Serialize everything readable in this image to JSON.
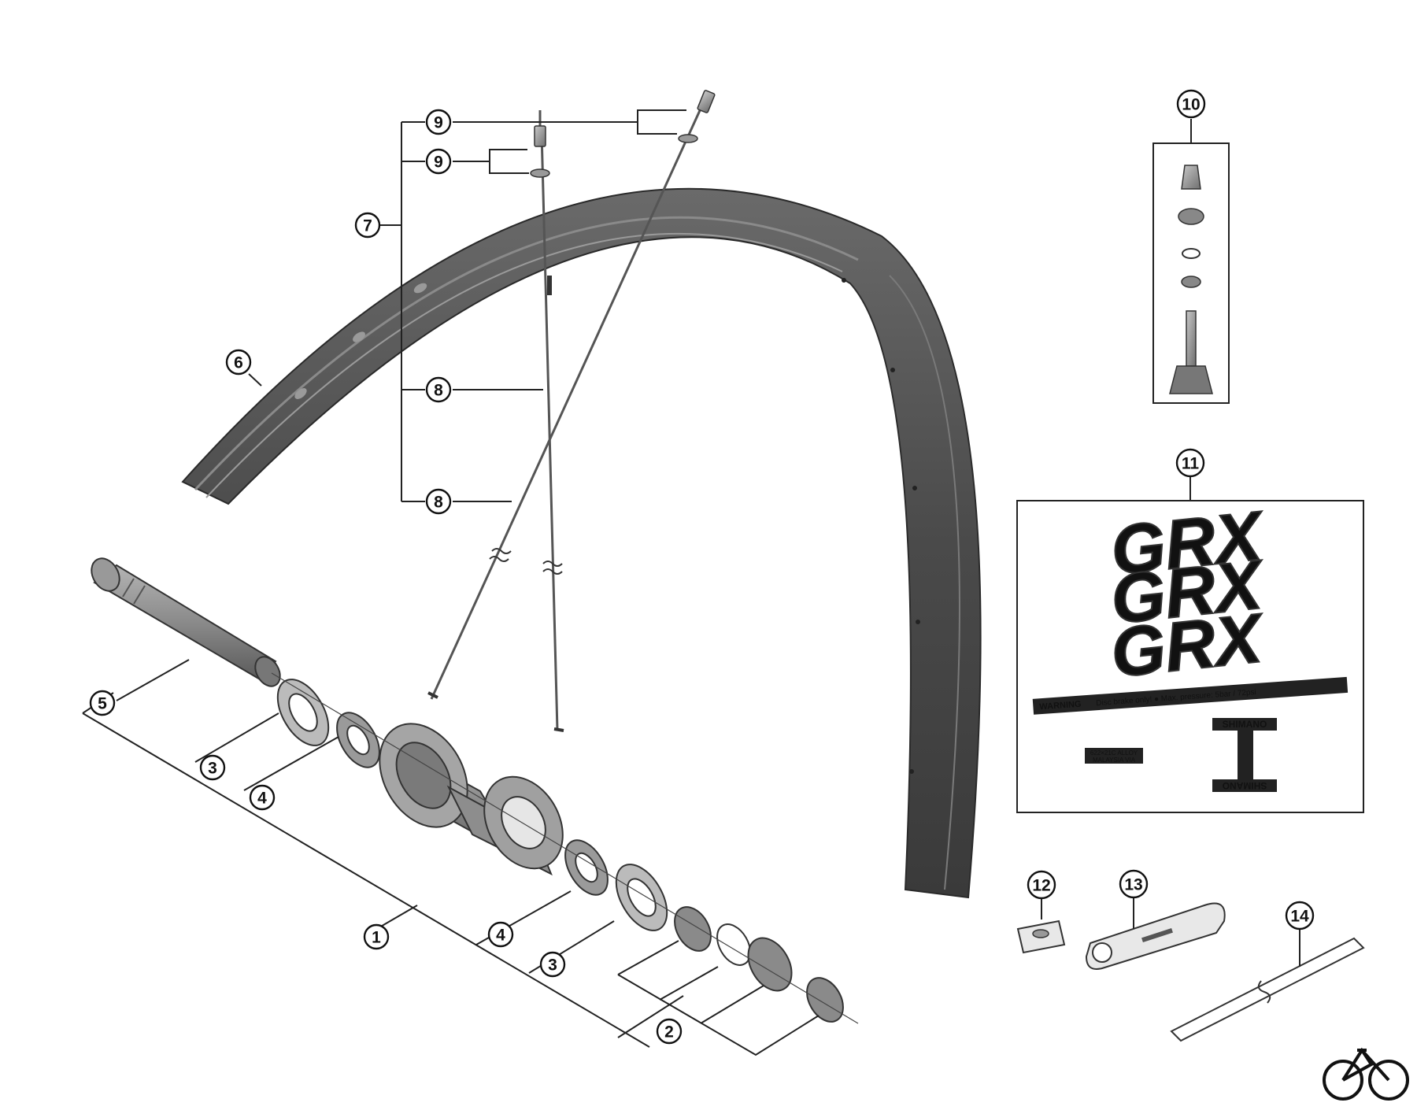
{
  "callouts": {
    "c1": "1",
    "c2": "2",
    "c3a": "3",
    "c3b": "3",
    "c4a": "4",
    "c4b": "4",
    "c5": "5",
    "c6": "6",
    "c7": "7",
    "c8a": "8",
    "c8b": "8",
    "c9a": "9",
    "c9b": "9",
    "c10": "10",
    "c11": "11",
    "c12": "12",
    "c13": "13",
    "c14": "14"
  },
  "decal": {
    "logo": "GRX",
    "warning_label": "WARNING",
    "warning_text": "Disc brake only!  ● Max. pressure: 5bar / 72psi",
    "brand_top": "SHIMANO",
    "brand_bottom": "SHIMANO",
    "size_line1": "622×21C ALLOY",
    "size_line2": "MALAYSIA  VIA"
  },
  "colors": {
    "rim": "#555555",
    "hub": "#8a8a8a",
    "line": "#222222"
  }
}
